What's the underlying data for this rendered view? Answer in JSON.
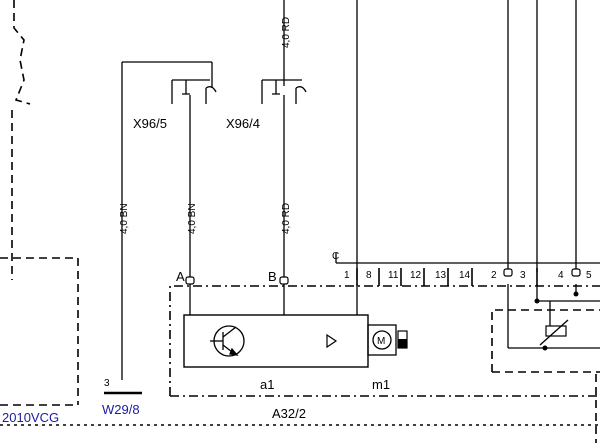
{
  "connectors": {
    "x96_5": "X96/5",
    "x96_4": "X96/4"
  },
  "wires": {
    "bn_left": "4,0 BN",
    "bn_mid": "4,0 BN",
    "rd_mid": "4,0 RD",
    "rd_top": "4,0 RD"
  },
  "module": {
    "name": "A32/2",
    "sub_a": "a1",
    "sub_m": "m1",
    "motor_symbol": "M",
    "pin_a": "A",
    "pin_b": "B",
    "connector_c": "C",
    "pins": [
      "1",
      "8",
      "11",
      "12",
      "13",
      "14",
      "2",
      "3",
      "4",
      "5"
    ]
  },
  "ground": {
    "pin": "3",
    "name": "W29/8"
  },
  "left_box": {
    "text": "2010VCG"
  }
}
